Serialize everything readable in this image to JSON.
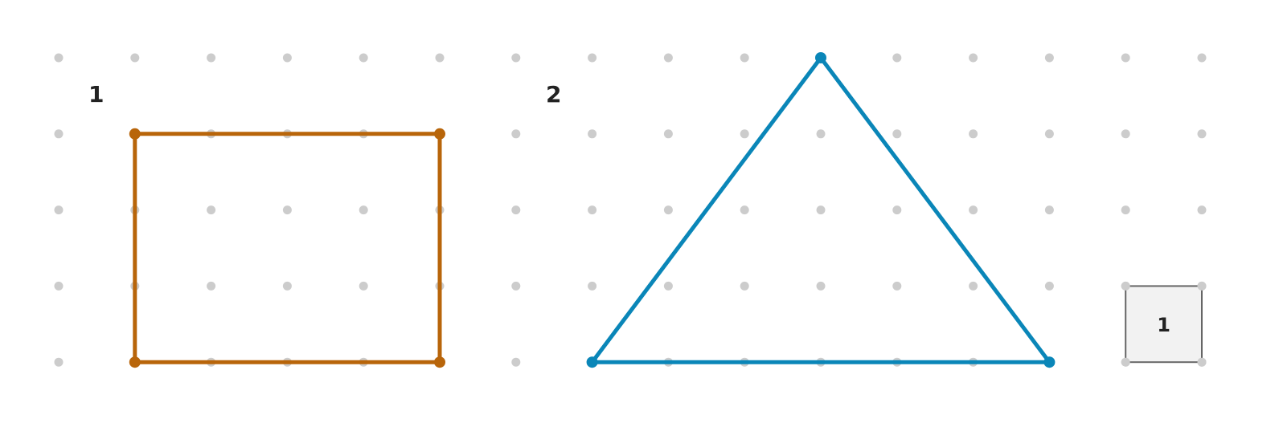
{
  "grid": {
    "columns": 16,
    "rows": 5,
    "dot_color": "#cccccc"
  },
  "shapes": [
    {
      "id": "rectangle",
      "label": "1",
      "color": "#b8650a",
      "vertices": [
        [
          1,
          1
        ],
        [
          5,
          1
        ],
        [
          5,
          4
        ],
        [
          1,
          4
        ]
      ]
    },
    {
      "id": "triangle",
      "label": "2",
      "color": "#0a86b8",
      "vertices": [
        [
          10,
          0
        ],
        [
          13,
          4
        ],
        [
          7,
          4
        ]
      ]
    }
  ],
  "unit_square": {
    "label": "1",
    "fill": "#f2f2f2",
    "stroke": "#666666",
    "cell": [
      14,
      3
    ]
  }
}
